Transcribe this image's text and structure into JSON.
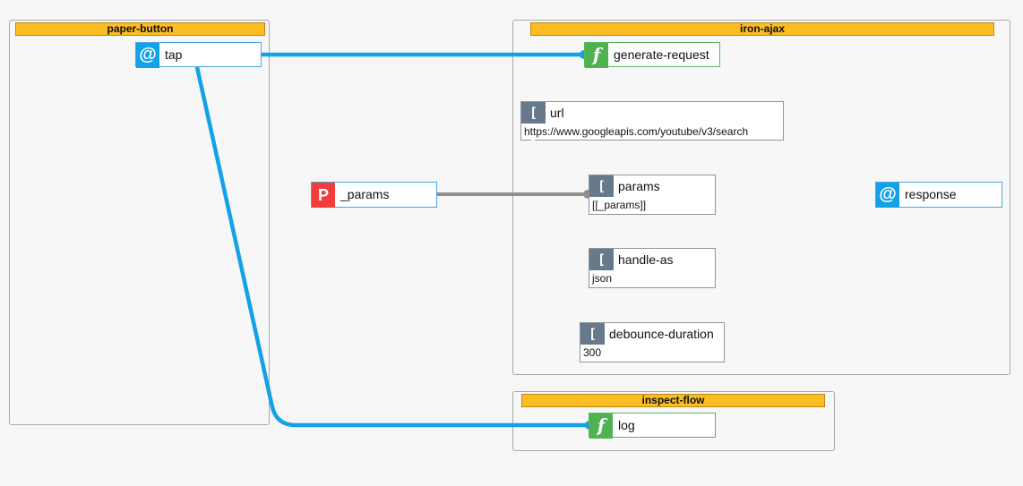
{
  "colors": {
    "event_wire": "#13a1e8",
    "binding_wire": "#8f8f8f",
    "group_header": "#fbbd23",
    "event_icon": "#13a1e8",
    "function_icon": "#4fb14f",
    "property_icon": "#f33c3c",
    "attribute_icon": "#67798a"
  },
  "groups": {
    "paper_button": {
      "title": "paper-button"
    },
    "iron_ajax": {
      "title": "iron-ajax"
    },
    "inspect_flow": {
      "title": "inspect-flow"
    }
  },
  "nodes": {
    "tap": {
      "icon": "at-icon",
      "icon_text": "@",
      "label": "tap"
    },
    "generate_request": {
      "icon": "function-icon",
      "icon_text": "f",
      "label": "generate-request"
    },
    "url": {
      "icon": "attribute-icon",
      "icon_text": "[ ]",
      "label": "url",
      "value": "https://www.googleapis.com/youtube/v3/search"
    },
    "params_prop": {
      "icon": "property-icon",
      "icon_text": "P",
      "label": "_params"
    },
    "params": {
      "icon": "attribute-icon",
      "icon_text": "[ ]",
      "label": "params",
      "value": "[[_params]]"
    },
    "handle_as": {
      "icon": "attribute-icon",
      "icon_text": "[ ]",
      "label": "handle-as",
      "value": "json"
    },
    "debounce_duration": {
      "icon": "attribute-icon",
      "icon_text": "[ ]",
      "label": "debounce-duration",
      "value": "300"
    },
    "response": {
      "icon": "at-icon",
      "icon_text": "@",
      "label": "response"
    },
    "log": {
      "icon": "function-icon",
      "icon_text": "f",
      "label": "log"
    }
  },
  "connections": [
    {
      "from": "tap",
      "to": "generate-request",
      "kind": "event"
    },
    {
      "from": "tap",
      "to": "log",
      "kind": "event"
    },
    {
      "from": "_params",
      "to": "params",
      "kind": "binding"
    }
  ]
}
